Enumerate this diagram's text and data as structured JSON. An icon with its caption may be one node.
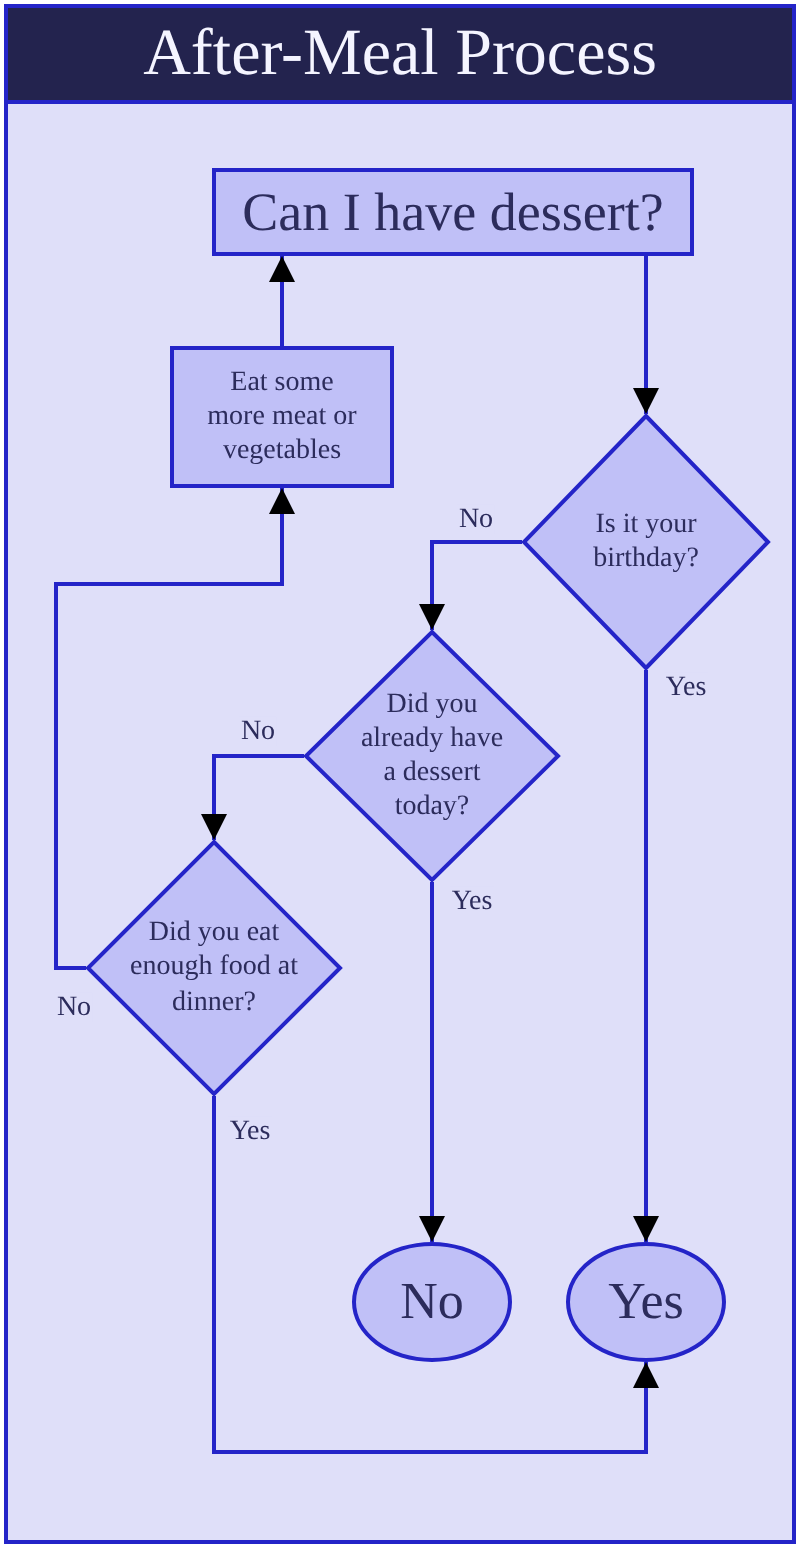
{
  "diagram": {
    "title": "After-Meal Process",
    "nodes": [
      {
        "text": [
          "Can I have dessert?"
        ]
      },
      {
        "text": [
          "Eat some more meat or vegetables"
        ]
      },
      {
        "text": [
          "Is it your birthday?"
        ]
      },
      {
        "text": [
          "Did you already have a dessert today?"
        ]
      },
      {
        "text": [
          "Did you eat enough food at dinner?"
        ]
      },
      {
        "text": [
          "No"
        ]
      },
      {
        "text": [
          "Yes"
        ]
      }
    ],
    "edges": [
      {
        "from": 0,
        "to": 2,
        "arrow": "to"
      },
      {
        "from": 1,
        "to": 0,
        "arrow": "to"
      },
      {
        "from": 2,
        "to": 3,
        "arrow": "to",
        "label": "No"
      },
      {
        "from": 2,
        "to": 6,
        "arrow": "to",
        "label": "Yes"
      },
      {
        "from": 3,
        "to": 4,
        "arrow": "to",
        "label": "No"
      },
      {
        "from": 3,
        "to": 5,
        "arrow": "to",
        "label": "Yes"
      },
      {
        "from": 4,
        "to": 1,
        "arrow": "to",
        "label": "No"
      },
      {
        "from": 4,
        "to": 6,
        "arrow": "to",
        "label": "Yes"
      }
    ]
  }
}
